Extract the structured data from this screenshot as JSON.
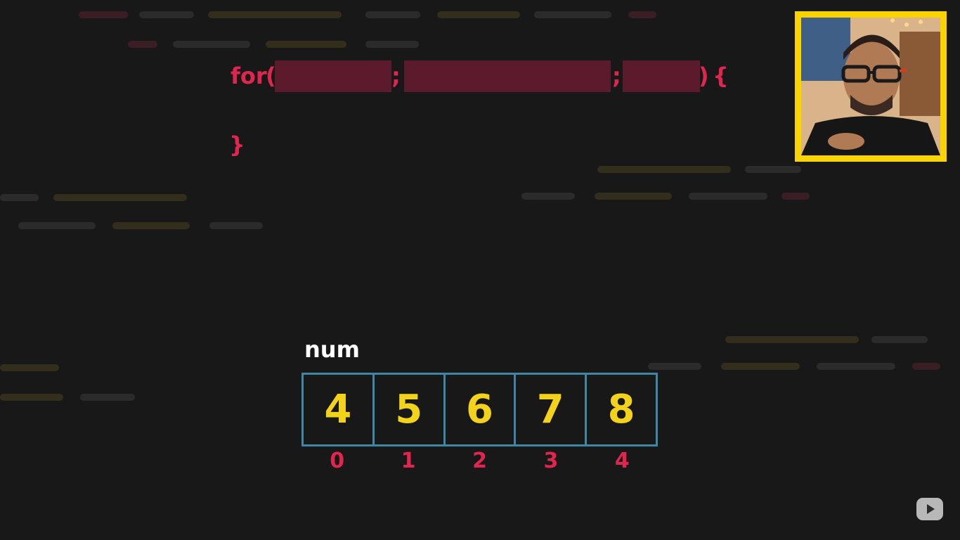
{
  "code": {
    "keyword": "for",
    "open_paren": "(",
    "separator_1": ";",
    "separator_2": ";",
    "close_paren": ")",
    "open_brace": "{",
    "close_brace": "}"
  },
  "array": {
    "name": "num",
    "values": [
      "4",
      "5",
      "6",
      "7",
      "8"
    ],
    "indices": [
      "0",
      "1",
      "2",
      "3",
      "4"
    ]
  },
  "colors": {
    "code_red": "#e0264f",
    "value_yellow": "#f2d21b",
    "cell_border": "#3f86a3",
    "webcam_border": "#fad400",
    "placeholder": "#5c1a2d"
  },
  "icons": {
    "youtube": "youtube-play-icon"
  }
}
